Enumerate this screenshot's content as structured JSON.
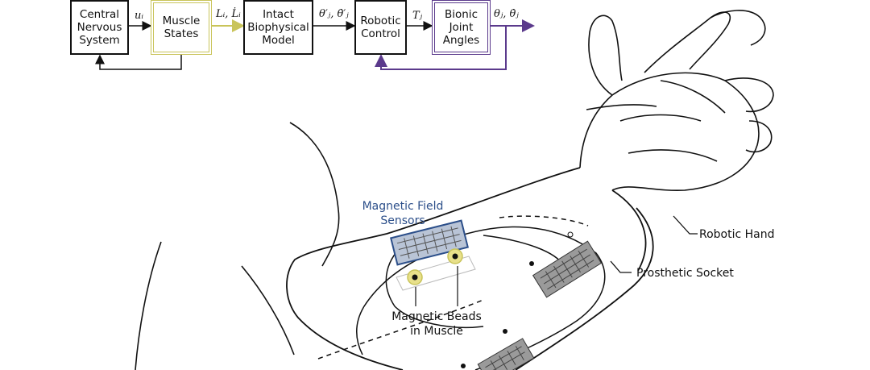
{
  "block_diagram": {
    "blocks": {
      "cns": "Central\nNervous\nSystem",
      "muscle_states": "Muscle\nStates",
      "intact_model": "Intact\nBiophysical\nModel",
      "robotic_control": "Robotic\nControl",
      "bionic_angles": "Bionic\nJoint\nAngles"
    },
    "signals": {
      "u": "uᵢ",
      "l": "Lᵢ, L̇ᵢ",
      "theta_prime": "θ′ⱼ, θ̇′ⱼ",
      "t": "Tⱼ",
      "theta_out": "θⱼ, θ̇ⱼ"
    },
    "colors": {
      "muscle_states": "#c9c45a",
      "bionic_angles": "#5b3a8c",
      "line": "#111111"
    }
  },
  "illustration": {
    "labels": {
      "sensors": "Magnetic Field\nSensors",
      "beads": "Magnetic Beads\nin Muscle",
      "robotic_hand": "Robotic Hand",
      "socket": "Prosthetic Socket"
    },
    "colors": {
      "sensor_label": "#2c4f8a",
      "sensor_fill": "#b9c4d6",
      "bead": "#e8e08a"
    }
  }
}
